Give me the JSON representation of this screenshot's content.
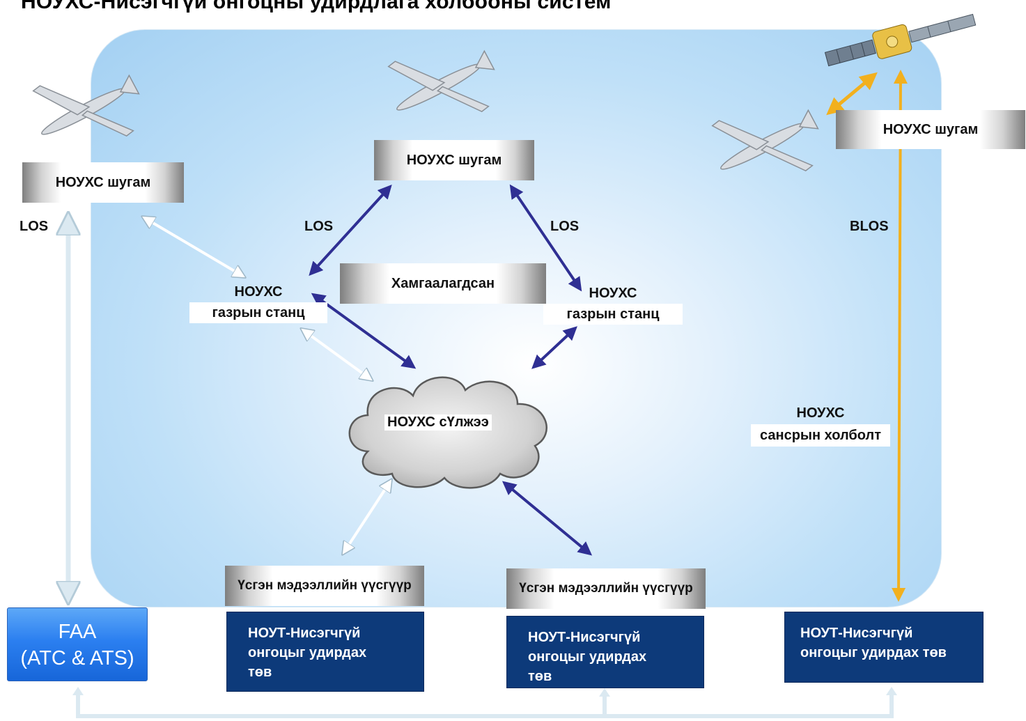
{
  "title": "НОУХС-Нисэгчгүй онгоцны удирдлага холбооны систем",
  "uas_link_label": "НОУХС шугам",
  "secured_label": "Хамгаалагдсан",
  "los_label": "LOS",
  "blos_label": "BLOS",
  "ground_station": {
    "line1": "НОУХС",
    "line2": "газрын станц"
  },
  "network_label": "НОУХС сҮлжээ",
  "satellite_link": {
    "line1": "НОУХС",
    "line2": "сансрын холболт"
  },
  "source_label": "Үсгэн мэдээллийн үүсгүүр",
  "faa": {
    "line1": "FAA",
    "line2": "(ATC & ATS)"
  },
  "control_center_label": "НОУТ-Нисэгчгүй\nонгоцыг удирдах\nтөв",
  "control_center_right_label": "НОУТ-Нисэгчгүй\nонгоцыг удирдах төв",
  "colors": {
    "navy": "#0d3a7a",
    "arrow_blue": "#2f2f93",
    "arrow_gold": "#f2b01e",
    "arrow_light": "#c9dde9",
    "sky": "#bfe0f8"
  },
  "icons": [
    "uav-drone-icon",
    "satellite-icon",
    "cloud-icon"
  ]
}
